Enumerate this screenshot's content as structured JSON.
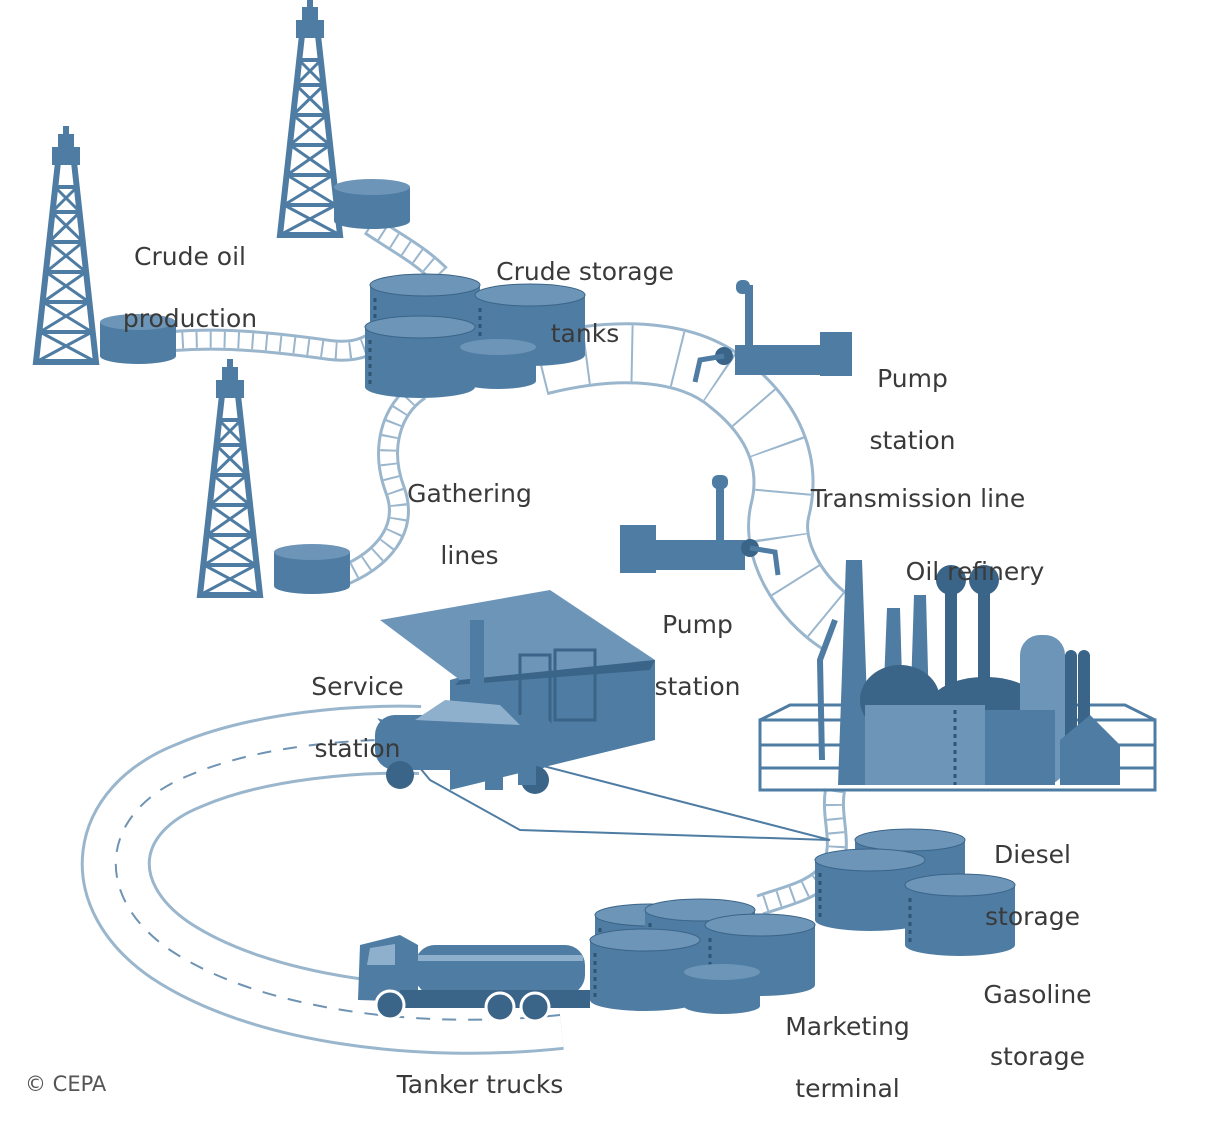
{
  "labels": {
    "crude_oil_production": [
      "Crude oil",
      "production"
    ],
    "crude_storage_tanks": [
      "Crude storage",
      "tanks"
    ],
    "pump_station_top": [
      "Pump",
      "station"
    ],
    "gathering_lines": [
      "Gathering",
      "lines"
    ],
    "transmission_line": "Transmission line",
    "oil_refinery": "Oil refinery",
    "pump_station_mid": [
      "Pump",
      "station"
    ],
    "service_station": [
      "Service",
      "station"
    ],
    "diesel_storage": [
      "Diesel",
      "storage"
    ],
    "gasoline_storage": [
      "Gasoline",
      "storage"
    ],
    "marketing_terminal": [
      "Marketing",
      "terminal"
    ],
    "tanker_trucks": "Tanker trucks",
    "credit": "© CEPA"
  },
  "colors": {
    "structure": "#4e7ca3",
    "structure_dark": "#3a6488",
    "structure_light": "#8fb0cc",
    "pipe_outline": "#9ab6cd",
    "pipe_fill": "#ffffff",
    "road_dash": "#6f93b3",
    "text": "#3a3a3a"
  }
}
